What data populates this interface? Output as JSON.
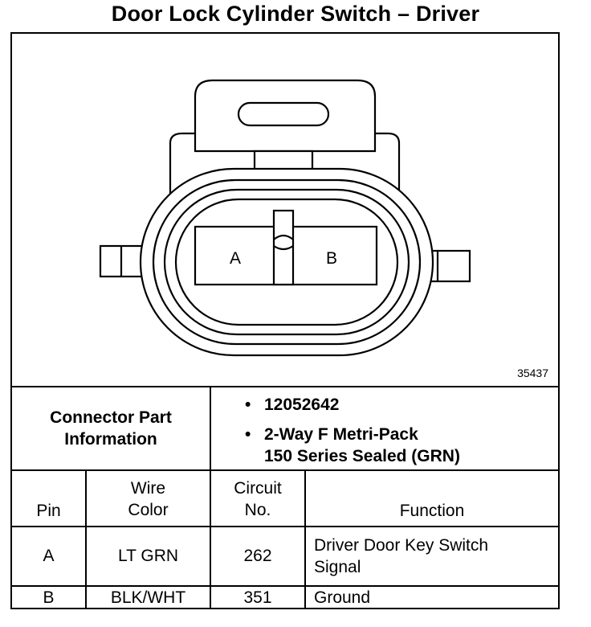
{
  "title": "Door Lock Cylinder Switch – Driver",
  "figure_number": "35437",
  "connector": {
    "pin_labels": [
      "A",
      "B"
    ]
  },
  "part_info": {
    "label_line1": "Connector Part",
    "label_line2": "Information",
    "items": [
      {
        "bullet": "•",
        "line1": "12052642",
        "line2": ""
      },
      {
        "bullet": "•",
        "line1": "2-Way F Metri-Pack",
        "line2": "150 Series Sealed (GRN)"
      }
    ]
  },
  "table": {
    "headers": {
      "pin": "Pin",
      "wire_color_line1": "Wire",
      "wire_color_line2": "Color",
      "circuit_line1": "Circuit",
      "circuit_line2": "No.",
      "function": "Function"
    },
    "rows": [
      {
        "pin": "A",
        "wire_color": "LT GRN",
        "circuit": "262",
        "function_line1": "Driver Door Key Switch",
        "function_line2": "Signal"
      },
      {
        "pin": "B",
        "wire_color": "BLK/WHT",
        "circuit": "351",
        "function_line1": "Ground",
        "function_line2": ""
      }
    ]
  }
}
